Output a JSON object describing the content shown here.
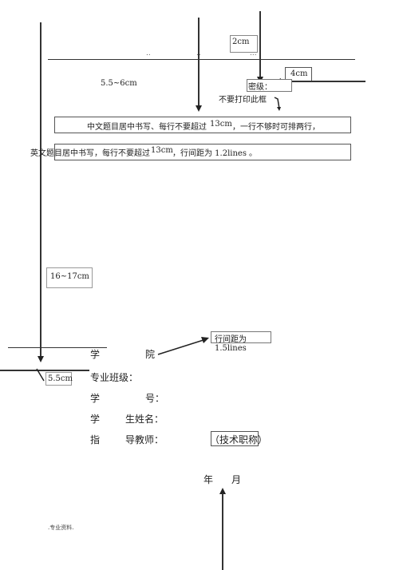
{
  "annotations": {
    "top_margin": "2cm",
    "left_indent": "5.5~6cm",
    "right_box": "4cm",
    "secret_level": "密级：",
    "do_not_print": "不要打印此框",
    "cn_title_note": "中文题目居中书写、每行不要超过",
    "cn_title_len": "13cm",
    "cn_title_tail": "，一行不够时可排两行，",
    "en_title_note": "英文题目居中书写，每行不要超过",
    "en_title_len": "13cm",
    "en_title_tail": "，行间距为 1.2lines",
    "en_title_end": "。",
    "vertical_gap": "16~17cm",
    "line_spacing_note": "行间距为 1.5lines",
    "left_margin": "5.5cm",
    "footer_note": ".专业资料."
  },
  "form": {
    "college_a": "学",
    "college_b": "院",
    "major_class": "专业班级：",
    "student_id_a": "学",
    "student_id_b": "号：",
    "student_name_a": "学",
    "student_name_b": "生姓名：",
    "advisor_a": "指",
    "advisor_b": "导教师：",
    "advisor_title": "（技术职称）"
  },
  "date": {
    "year": "年",
    "month": "月"
  },
  "dots": {
    "dot1": "..",
    "dot2": "..",
    "dot3": "..."
  }
}
